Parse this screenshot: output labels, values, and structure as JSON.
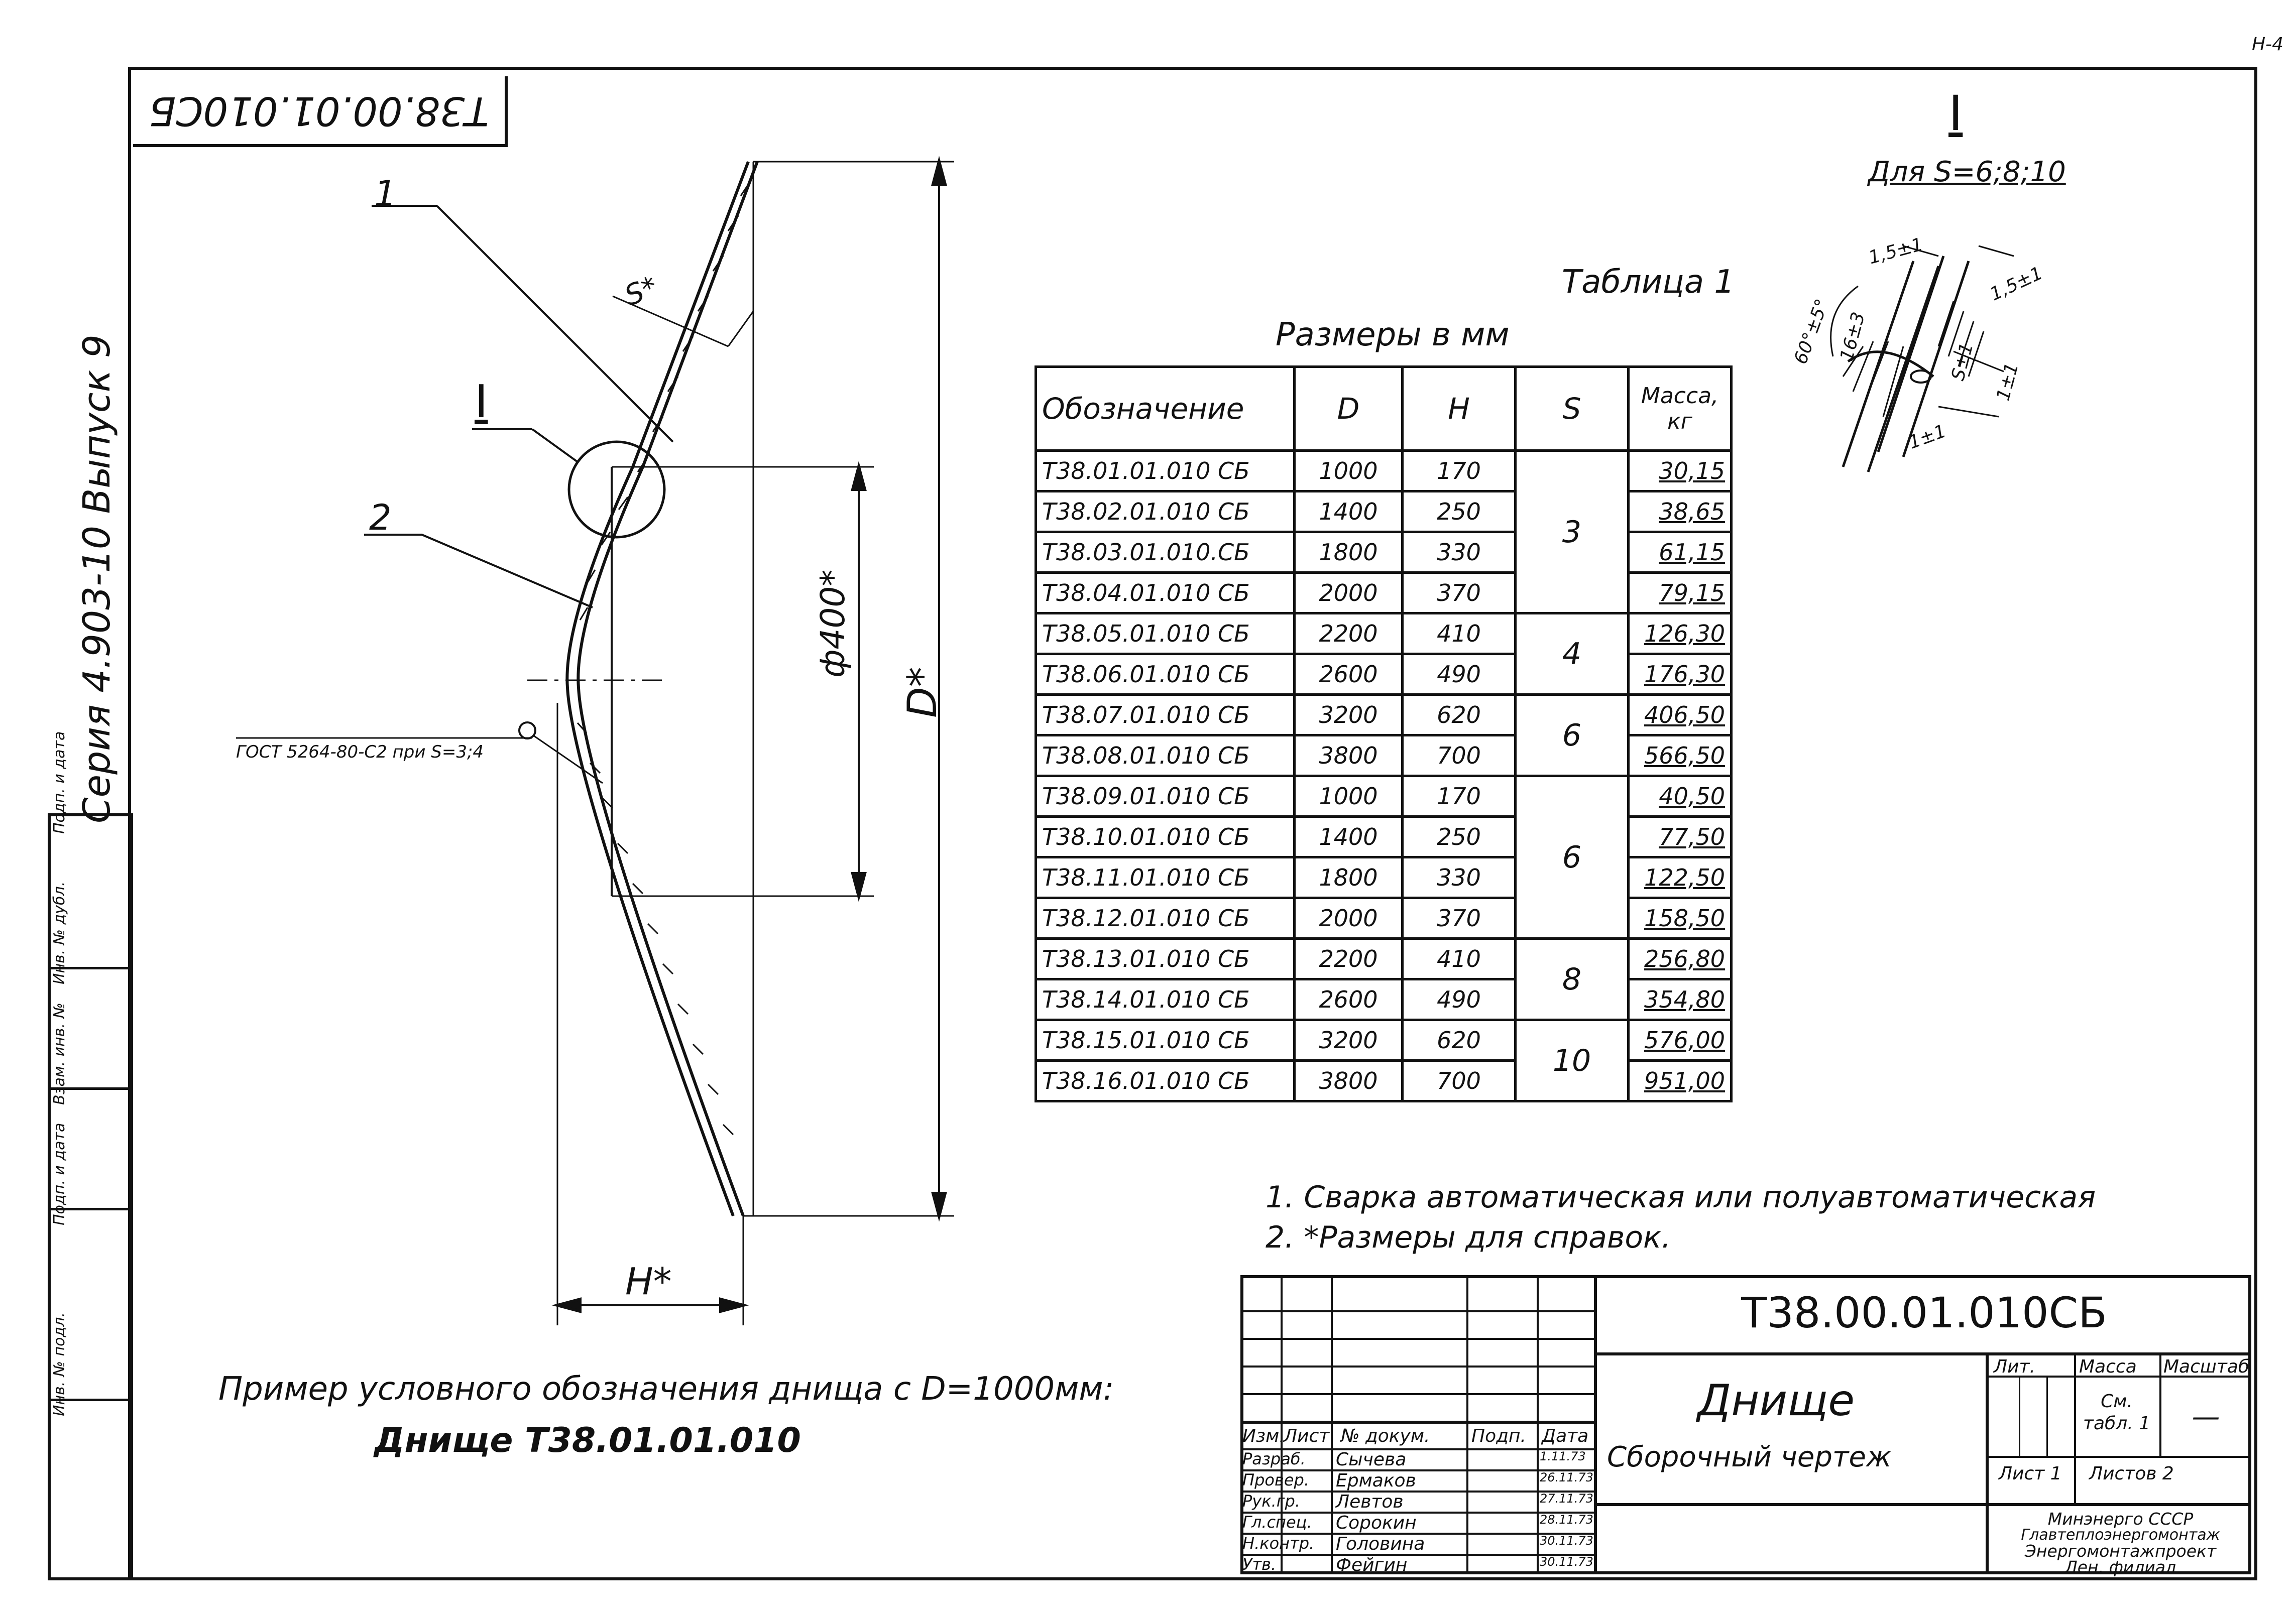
{
  "sheet": {
    "corner_label": "Н-4",
    "top_stamp": "Т38.00.01.010СБ",
    "series_text": "Серия 4.903-10 Выпуск 9",
    "side_labels": [
      "Инв. № подл.",
      "Подп. и дата",
      "Взам. инв. №",
      "Инв. № дубл.",
      "Подп. и дата"
    ]
  },
  "drawing": {
    "part_labels": [
      "1",
      "2"
    ],
    "detail_ref": "I",
    "dim_s": "S*",
    "dim_diameter": "ф400*",
    "dim_D": "D*",
    "dim_H": "H*",
    "gost_note": "ГОСТ 5264-80-С2 при S=3;4"
  },
  "detail": {
    "title": "I",
    "subtitle": "Для S=6;8;10",
    "dims": [
      "1,5±1",
      "1,5±1",
      "60°±5°",
      "16±3",
      "S±1",
      "1±1",
      "1±1"
    ]
  },
  "table": {
    "label": "Таблица 1",
    "units": "Размеры в мм",
    "headers": [
      "Обозначение",
      "D",
      "H",
      "S",
      "Масса, кг"
    ],
    "rows": [
      {
        "code": "Т38.01.01.010 СБ",
        "D": "1000",
        "H": "170",
        "mass": "30,15"
      },
      {
        "code": "Т38.02.01.010 СБ",
        "D": "1400",
        "H": "250",
        "mass": "38,65"
      },
      {
        "code": "Т38.03.01.010.СБ",
        "D": "1800",
        "H": "330",
        "mass": "61,15"
      },
      {
        "code": "Т38.04.01.010 СБ",
        "D": "2000",
        "H": "370",
        "mass": "79,15"
      },
      {
        "code": "Т38.05.01.010 СБ",
        "D": "2200",
        "H": "410",
        "mass": "126,30"
      },
      {
        "code": "Т38.06.01.010 СБ",
        "D": "2600",
        "H": "490",
        "mass": "176,30"
      },
      {
        "code": "Т38.07.01.010 СБ",
        "D": "3200",
        "H": "620",
        "mass": "406,50"
      },
      {
        "code": "Т38.08.01.010 СБ",
        "D": "3800",
        "H": "700",
        "mass": "566,50"
      },
      {
        "code": "Т38.09.01.010 СБ",
        "D": "1000",
        "H": "170",
        "mass": "40,50"
      },
      {
        "code": "Т38.10.01.010 СБ",
        "D": "1400",
        "H": "250",
        "mass": "77,50"
      },
      {
        "code": "Т38.11.01.010 СБ",
        "D": "1800",
        "H": "330",
        "mass": "122,50"
      },
      {
        "code": "Т38.12.01.010 СБ",
        "D": "2000",
        "H": "370",
        "mass": "158,50"
      },
      {
        "code": "Т38.13.01.010 СБ",
        "D": "2200",
        "H": "410",
        "mass": "256,80"
      },
      {
        "code": "Т38.14.01.010 СБ",
        "D": "2600",
        "H": "490",
        "mass": "354,80"
      },
      {
        "code": "Т38.15.01.010 СБ",
        "D": "3200",
        "H": "620",
        "mass": "576,00"
      },
      {
        "code": "Т38.16.01.010 СБ",
        "D": "3800",
        "H": "700",
        "mass": "951,00"
      }
    ],
    "s_groups": [
      {
        "value": "3",
        "rows": 4
      },
      {
        "value": "4",
        "rows": 2
      },
      {
        "value": "6",
        "rows": 2
      },
      {
        "value": "6",
        "rows": 4
      },
      {
        "value": "8",
        "rows": 2
      },
      {
        "value": "10",
        "rows": 2
      }
    ]
  },
  "notes": [
    "1. Сварка автоматическая или полуавтоматическая",
    "2. *Размеры для справок."
  ],
  "example": {
    "line1": "Пример условного обозначения днища с D=1000мм:",
    "line2": "Днище Т38.01.01.010"
  },
  "title_block": {
    "doc_code": "Т38.00.01.010СБ",
    "name": "Днище",
    "kind": "Сборочный чертеж",
    "col_headers": [
      "Изм.",
      "Лист",
      "№ докум.",
      "Подп.",
      "Дата"
    ],
    "lit_label": "Лит.",
    "mass_label": "Масса",
    "scale_label": "Масштаб",
    "mass_value": "См. табл. 1",
    "scale_value": "—",
    "sheet_label": "Лист 1",
    "sheets_label": "Листов 2",
    "org": [
      "Минэнерго СССР",
      "Главтеплоэнергомонтаж",
      "Энергомонтажпроект",
      "Лен. филиал"
    ],
    "staff": [
      {
        "role": "Разраб.",
        "name": "Сычева",
        "date": "1.11.73"
      },
      {
        "role": "Провер.",
        "name": "Ермаков",
        "date": "26.11.73"
      },
      {
        "role": "Рук.гр.",
        "name": "Левтов",
        "date": "27.11.73"
      },
      {
        "role": "Гл.спец.",
        "name": "Сорокин",
        "date": "28.11.73"
      },
      {
        "role": "Н.контр.",
        "name": "Головина",
        "date": "30.11.73"
      },
      {
        "role": "Утв.",
        "name": "Фейгин",
        "date": "30.11.73"
      }
    ]
  }
}
